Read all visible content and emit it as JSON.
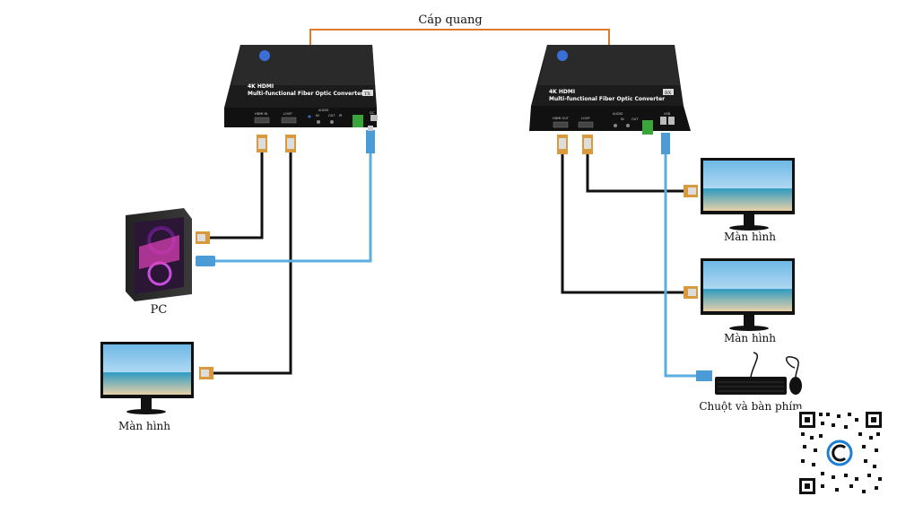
{
  "connections": {
    "fiber_label": "Cáp quang"
  },
  "tx_device": {
    "title_line1": "4K HDMI",
    "title_line2": "Multi-functional Fiber Optic Converter",
    "badge": "TX",
    "ports": [
      "HDMI IN",
      "LOOP",
      "AUDIO",
      "IN",
      "OUT",
      "IR",
      "DC"
    ]
  },
  "rx_device": {
    "title_line1": "4K HDMI",
    "title_line2": "Multi-functional Fiber Optic Converter",
    "badge": "RX",
    "ports": [
      "HDMI OUT",
      "LOOP",
      "AUDIO",
      "IN",
      "OUT",
      "USB"
    ]
  },
  "labels": {
    "pc": "PC",
    "monitor_left": "Màn hình",
    "monitor_right_top": "Màn hình",
    "monitor_right_bottom": "Màn hình",
    "peripherals": "Chuột và bàn phím"
  },
  "colors": {
    "fiber": "#e07b2e",
    "hdmi_cable": "#111111",
    "usb_cable": "#5aaee0",
    "device_body": "#1a1a1a"
  }
}
